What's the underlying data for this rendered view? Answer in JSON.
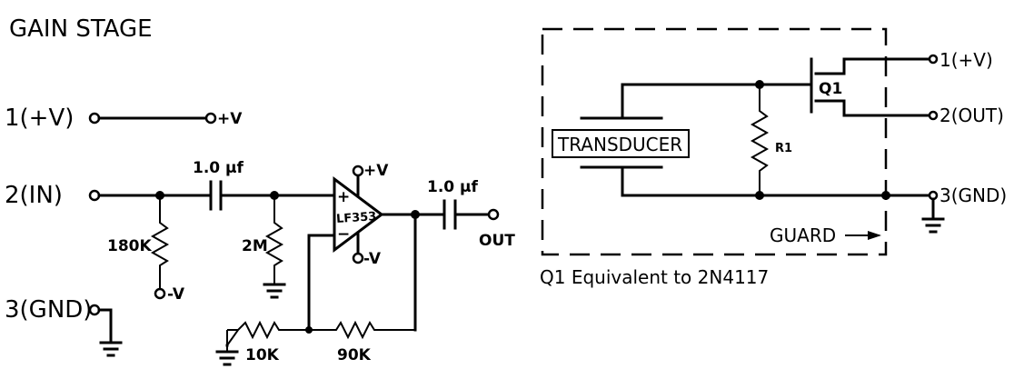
{
  "gain_stage": {
    "title": "GAIN STAGE",
    "pin1": "1(+V)",
    "pin1_to": "+V",
    "pin2": "2(IN)",
    "pin3": "3(GND)",
    "c_in": "1.0 µf",
    "c_out": "1.0 µf",
    "r_180k": "180K",
    "r_180k_to": "-V",
    "r_2m": "2M",
    "opamp": "LF353",
    "op_plus": "+",
    "op_minus": "−",
    "op_vpos": "+V",
    "op_vneg": "-V",
    "out": "OUT",
    "r_10k": "10K",
    "r_90k": "90K"
  },
  "transducer": {
    "label": "TRANSDUCER",
    "r1": "R1",
    "q1": "Q1",
    "pin1": "1(+V)",
    "pin2": "2(OUT)",
    "pin3": "3(GND)",
    "guard": "GUARD",
    "caption": "Q1 Equivalent to 2N4117"
  }
}
